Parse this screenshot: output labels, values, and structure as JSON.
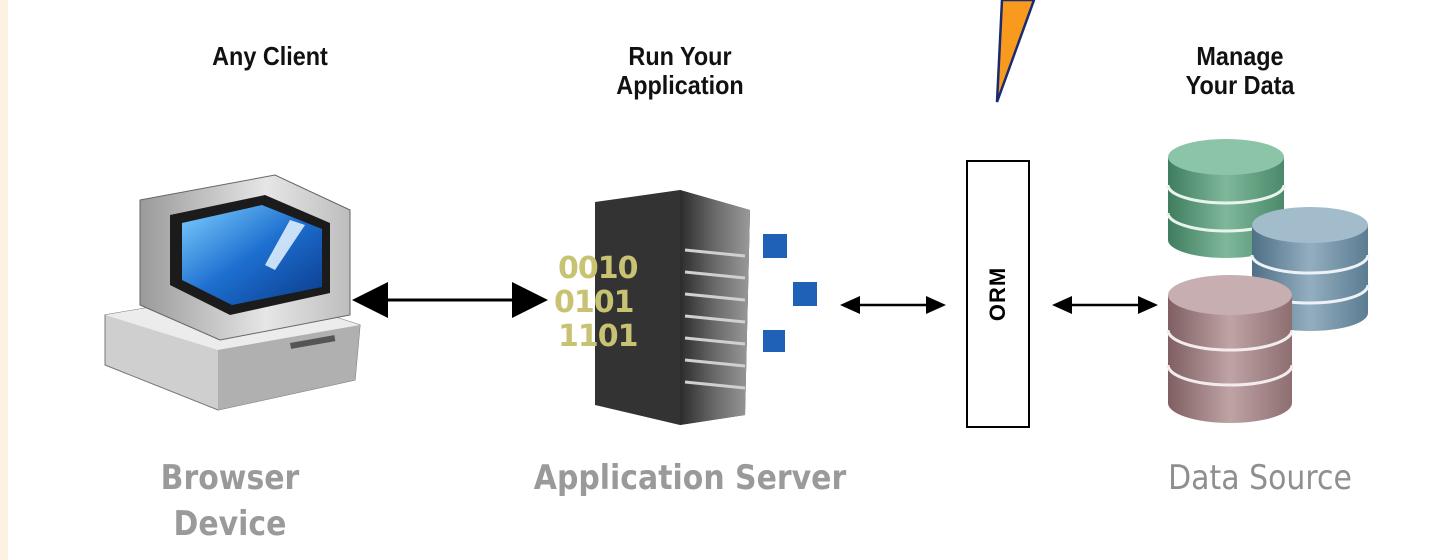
{
  "tiers": {
    "client": {
      "title": [
        "Any Client"
      ],
      "caption": [
        "Browser",
        "Device"
      ]
    },
    "app": {
      "title": [
        "Run Your",
        "Application"
      ],
      "caption": [
        "Application Server"
      ]
    },
    "data": {
      "title": [
        "Manage",
        "Your Data"
      ],
      "caption": [
        "Data Source"
      ]
    }
  },
  "orm": {
    "label": "ORM"
  },
  "binary": {
    "rows": [
      "0010",
      "0101",
      "1101"
    ]
  },
  "colors": {
    "background": "#fdf1e1",
    "callout": "#f79a1e",
    "binary_text": "#c8c273",
    "caption_text": "#9a9a9a",
    "db_green": "#5e9a7c",
    "db_blue": "#6f8ea3",
    "db_mauve": "#9e7d7f"
  }
}
